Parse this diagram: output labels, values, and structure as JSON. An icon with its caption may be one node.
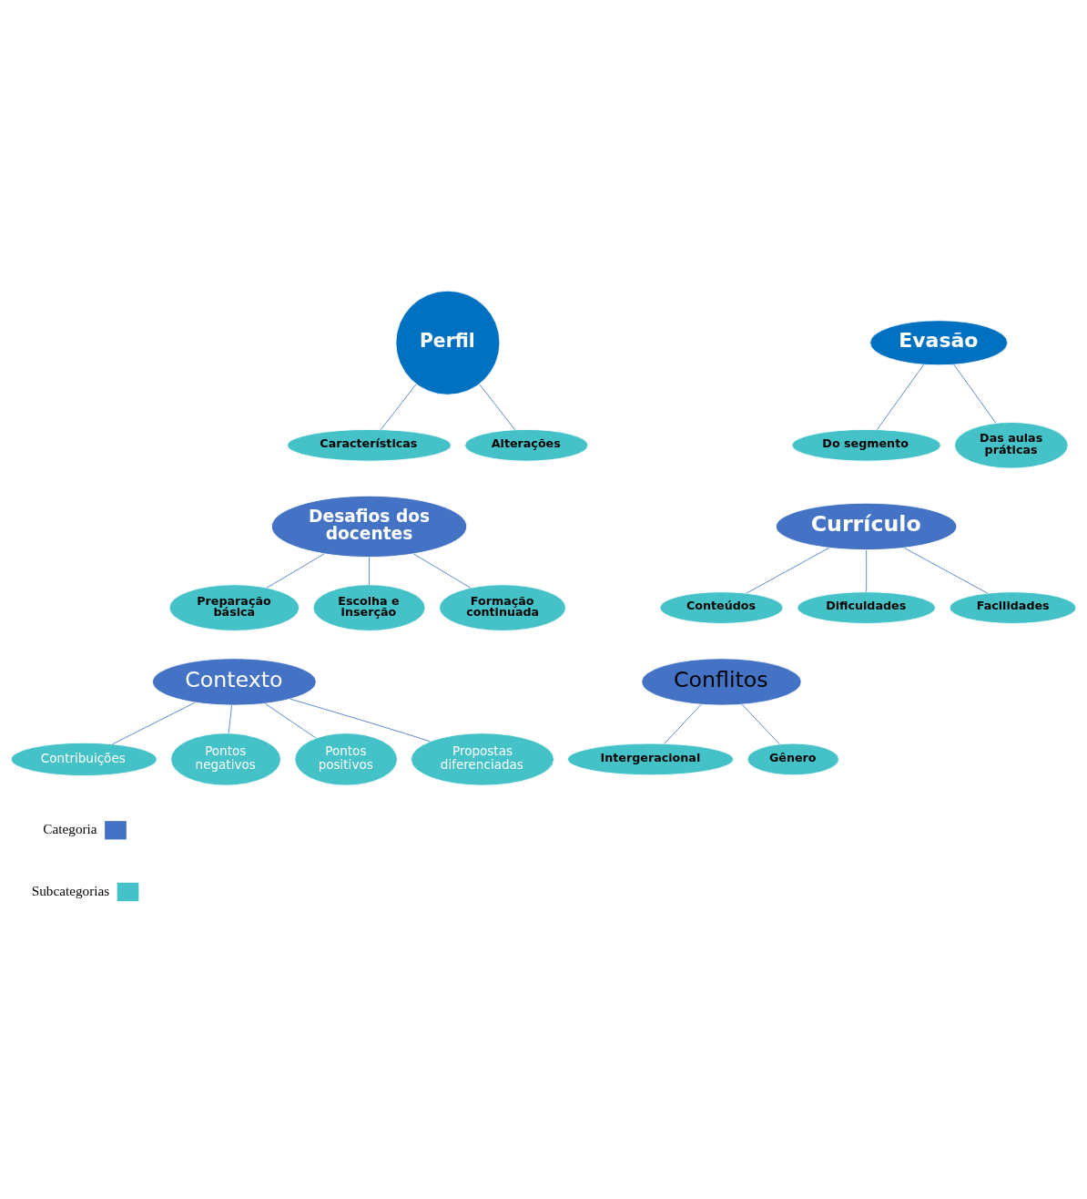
{
  "diagram": {
    "nodes": [
      {
        "text": [
          "Perfil"
        ]
      },
      {
        "text": [
          "Características"
        ]
      },
      {
        "text": [
          "Alterações"
        ]
      },
      {
        "text": [
          "Evasão"
        ]
      },
      {
        "text": [
          "Do segmento"
        ]
      },
      {
        "text": [
          "Das aulas práticas"
        ]
      },
      {
        "text": [
          "Desafios dos docentes"
        ]
      },
      {
        "text": [
          "Preparação básica"
        ]
      },
      {
        "text": [
          "Escolha e inserção"
        ]
      },
      {
        "text": [
          "Formação continuada"
        ]
      },
      {
        "text": [
          "Currículo"
        ]
      },
      {
        "text": [
          "Conteúdos"
        ]
      },
      {
        "text": [
          "Dificuldades"
        ]
      },
      {
        "text": [
          "Facilidades"
        ]
      },
      {
        "text": [
          "Contribuições"
        ]
      },
      {
        "text": [
          "Pontos negativos"
        ]
      },
      {
        "text": [
          "Contexto"
        ]
      },
      {
        "text": [
          "Pontos positivos"
        ]
      },
      {
        "text": [
          "Propostas diferenciadas"
        ]
      },
      {
        "text": [
          "Intergeracional"
        ]
      },
      {
        "text": [
          "Conflitos"
        ]
      },
      {
        "text": [
          "Gênero"
        ]
      }
    ],
    "edges": [
      {
        "from": 0,
        "to": 1,
        "arrow": "none"
      },
      {
        "from": 0,
        "to": 2,
        "arrow": "none"
      },
      {
        "from": 3,
        "to": 4,
        "arrow": "none"
      },
      {
        "from": 3,
        "to": 5,
        "arrow": "none"
      },
      {
        "from": 6,
        "to": 7,
        "arrow": "none"
      },
      {
        "from": 6,
        "to": 8,
        "arrow": "none"
      },
      {
        "from": 6,
        "to": 9,
        "arrow": "none"
      },
      {
        "from": 10,
        "to": 11,
        "arrow": "none"
      },
      {
        "from": 10,
        "to": 12,
        "arrow": "none"
      },
      {
        "from": 10,
        "to": 13,
        "arrow": "none"
      },
      {
        "from": 16,
        "to": 14,
        "arrow": "none"
      },
      {
        "from": 16,
        "to": 15,
        "arrow": "none"
      },
      {
        "from": 16,
        "to": 17,
        "arrow": "none"
      },
      {
        "from": 16,
        "to": 18,
        "arrow": "none"
      },
      {
        "from": 20,
        "to": 19,
        "arrow": "none"
      },
      {
        "from": 20,
        "to": 21,
        "arrow": "none"
      }
    ],
    "legend": [
      {
        "text": "Categoria",
        "color": "#4472c4"
      },
      {
        "text": "Subcategorias",
        "color": "#44c2c8"
      }
    ]
  }
}
